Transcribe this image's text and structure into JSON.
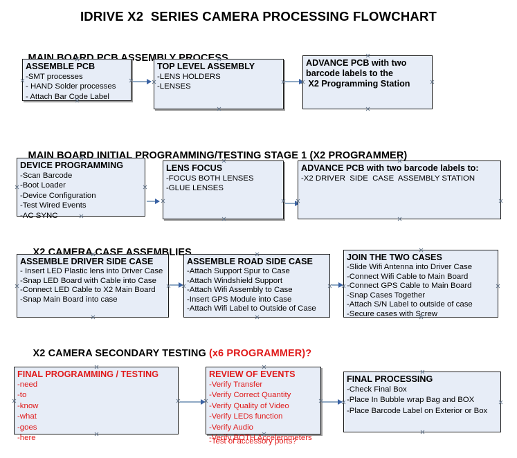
{
  "document": {
    "title": "IDRIVE X2  SERIES CAMERA PROCESSING FLOWCHART"
  },
  "colors": {
    "box_fill": "#e7edf7",
    "box_border": "#1a1a1a",
    "box_shadow": "#9a9a9a",
    "connector_line": "#8fa9c4",
    "connector_arrow": "#3a62a4",
    "accent_red": "#e01b1b",
    "text_black": "#000000",
    "page_background": "#ffffff"
  },
  "sections": [
    {
      "id": "main-board-pcb-assembly",
      "heading": "MAIN BOARD PCB ASSEMBLY PROCESS",
      "heading_accent": "",
      "boxes": [
        {
          "id": "assemble-pcb",
          "title": "ASSEMBLE PCB",
          "lines": [
            "-SMT processes",
            "- HAND Solder processes",
            "- Attach Bar Code Label"
          ]
        },
        {
          "id": "top-level-assembly",
          "title": "TOP LEVEL ASSEMBLY",
          "lines": [
            "-LENS HOLDERS",
            "-LENSES"
          ]
        },
        {
          "id": "advance-pcb-to-x2-programming-station",
          "title": "ADVANCE PCB with two",
          "lines": [
            "barcode labels to the",
            " X2 Programming Station"
          ]
        }
      ]
    },
    {
      "id": "main-board-initial-programming",
      "heading": "MAIN BOARD INITIAL PROGRAMMING/TESTING STAGE 1 (X2 PROGRAMMER)",
      "heading_accent": "",
      "boxes": [
        {
          "id": "device-programming",
          "title": "DEVICE PROGRAMMING",
          "lines": [
            "-Scan Barcode",
            "-Boot Loader",
            "-Device Configuration",
            "-Test Wired Events",
            "-AC SYNC"
          ]
        },
        {
          "id": "lens-focus",
          "title": "LENS FOCUS",
          "lines": [
            "-FOCUS BOTH LENSES",
            "-GLUE LENSES"
          ]
        },
        {
          "id": "advance-pcb-to-driver-side-case-assembly",
          "title": "ADVANCE PCB with two barcode labels to:",
          "lines": [
            "-X2 DRIVER  SIDE  CASE  ASSEMBLY STATION"
          ]
        }
      ]
    },
    {
      "id": "x2-camera-case-assemblies",
      "heading": "X2 CAMERA CASE ASSEMBLIES",
      "heading_accent": "",
      "boxes": [
        {
          "id": "assemble-driver-side-case",
          "title": "ASSEMBLE DRIVER SIDE CASE",
          "lines": [
            "- Insert LED Plastic lens into Driver Case",
            "-Snap LED Board with Cable into Case",
            "-Connect LED Cable to X2 Main Board",
            "-Snap Main Board into case"
          ]
        },
        {
          "id": "assemble-road-side-case",
          "title": "ASSEMBLE ROAD SIDE CASE",
          "lines": [
            "-Attach Support Spur to Case",
            "-Attach Windshield Support",
            "-Attach Wifi Assembly to Case",
            "-Insert GPS Module into Case",
            "-Attach Wifi Label to Outside of Case"
          ]
        },
        {
          "id": "join-the-two-cases",
          "title": "JOIN THE TWO CASES",
          "lines": [
            "-Slide Wifi Antenna into Driver Case",
            "-Connect Wifi Cable to Main Board",
            "-Connect GPS Cable to Main Board",
            "-Snap Cases Together",
            "-Attach S/N Label to outside of case",
            "-Secure cases with Screw"
          ]
        }
      ]
    },
    {
      "id": "x2-camera-secondary-testing",
      "heading": "X2 CAMERA SECONDARY TESTING ",
      "heading_accent": "(x6 PROGRAMMER)?",
      "boxes": [
        {
          "id": "final-programming-testing",
          "title": "FINAL PROGRAMMING / TESTING",
          "lines": [
            "-need",
            "-to",
            "-know",
            "-what",
            "-goes",
            "-here"
          ]
        },
        {
          "id": "review-of-events",
          "title": "REVIEW OF EVENTS",
          "lines": [
            "-Verify Transfer",
            "-Verify Correct Quantity",
            "-Verify Quality of Video",
            "-Verify LEDs function",
            "-Verify Audio",
            "-Verify BOTH Accelerometers"
          ],
          "overflow_line": "-Test of accessory ports?"
        },
        {
          "id": "final-processing",
          "title": "FINAL PROCESSING",
          "lines": [
            "-Check Final Box",
            "-Place In Bubble wrap Bag and BOX",
            "-Place Barcode Label on Exterior or Box"
          ]
        }
      ]
    }
  ]
}
